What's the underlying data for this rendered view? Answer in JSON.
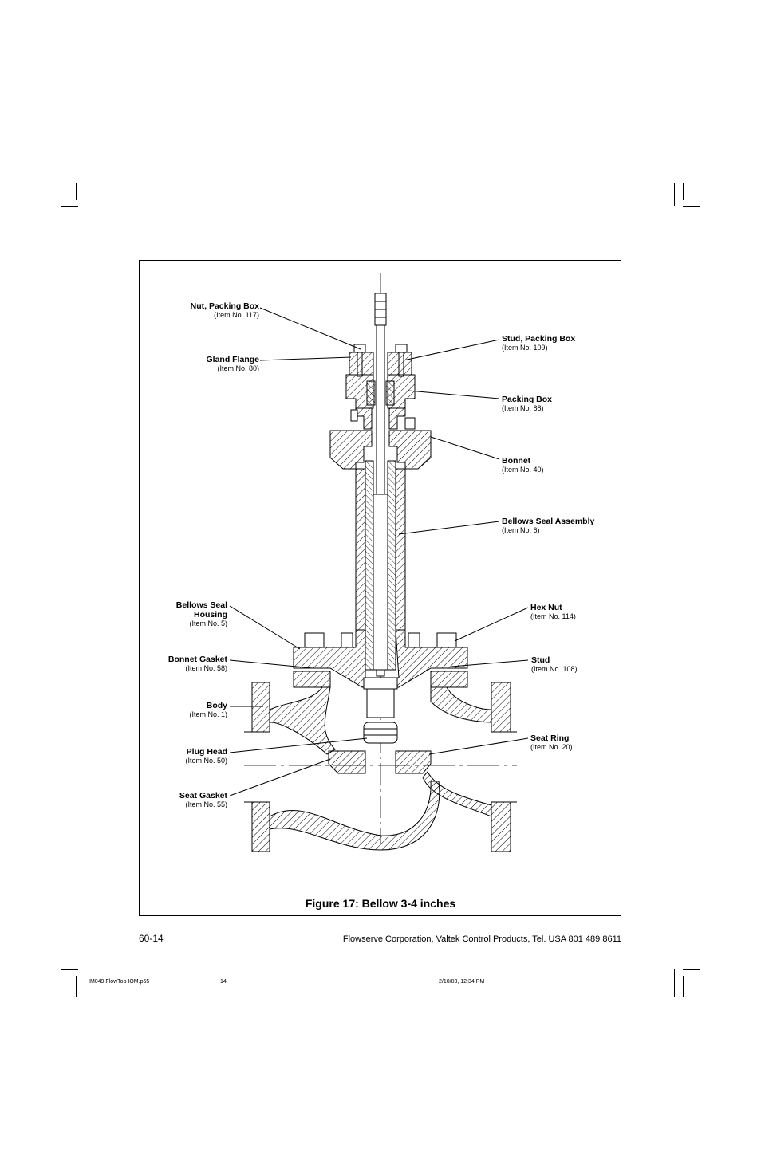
{
  "labels": {
    "nut_packing_box": {
      "name": "Nut, Packing Box",
      "item": "(Item No. 117)"
    },
    "gland_flange": {
      "name": "Gland Flange",
      "item": "(Item No. 80)"
    },
    "stud_packing_box": {
      "name": "Stud, Packing Box",
      "item": "(Item No. 109)"
    },
    "packing_box": {
      "name": "Packing Box",
      "item": "(Item No. 88)"
    },
    "bonnet": {
      "name": "Bonnet",
      "item": "(Item No. 40)"
    },
    "bellows_seal_assembly": {
      "name": "Bellows Seal Assembly",
      "item": "(Item No. 6)"
    },
    "bellows_seal_housing": {
      "name_line1": "Bellows Seal",
      "name_line2": "Housing",
      "item": "(Item No. 5)"
    },
    "hex_nut": {
      "name": "Hex Nut",
      "item": "(Item No. 114)"
    },
    "bonnet_gasket": {
      "name": "Bonnet Gasket",
      "item": "(Item No. 58)"
    },
    "stud": {
      "name": "Stud",
      "item": "(Item No. 108)"
    },
    "body": {
      "name": "Body",
      "item": "(Item No. 1)"
    },
    "seat_ring": {
      "name": "Seat Ring",
      "item": "(Item No. 20)"
    },
    "plug_head": {
      "name": "Plug Head",
      "item": "(Item No. 50)"
    },
    "seat_gasket": {
      "name": "Seat Gasket",
      "item": "(Item No. 55)"
    }
  },
  "caption": "Figure 17: Bellow 3-4 inches",
  "footer": {
    "page_number": "60-14",
    "company": "Flowserve Corporation, Valtek Control Products, Tel. USA 801 489 8611"
  },
  "print_meta": {
    "file": "IM049 FlowTop IOM.p65",
    "page": "14",
    "timestamp": "2/10/03, 12:34 PM"
  }
}
